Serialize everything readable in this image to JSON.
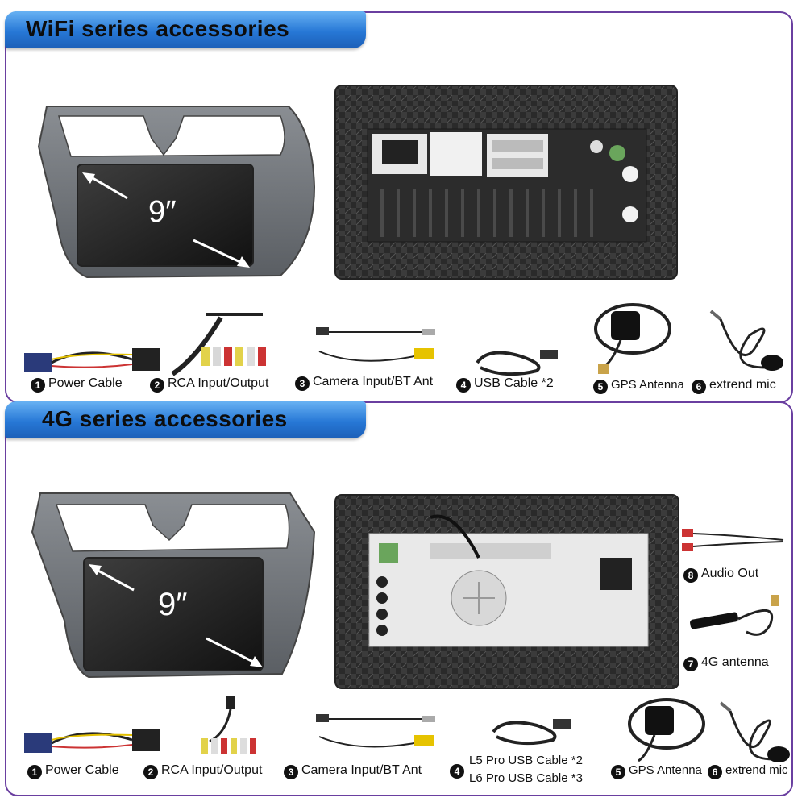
{
  "sections": [
    {
      "title": "WiFi series accessories",
      "screen_size": "9″",
      "items": [
        {
          "num": "1",
          "label": "Power Cable"
        },
        {
          "num": "2",
          "label": "RCA Input/Output"
        },
        {
          "num": "3",
          "label": "Camera Input/BT Ant"
        },
        {
          "num": "4",
          "label": "USB Cable *2"
        },
        {
          "num": "5",
          "label": "GPS Antenna"
        },
        {
          "num": "6",
          "label": "extrend mic"
        }
      ]
    },
    {
      "title": "4G series accessories",
      "screen_size": "9″",
      "items": [
        {
          "num": "1",
          "label": "Power Cable"
        },
        {
          "num": "2",
          "label": "RCA Input/Output"
        },
        {
          "num": "3",
          "label": "Camera Input/BT Ant"
        },
        {
          "num": "4",
          "label": "L5 Pro USB Cable *2",
          "label2": "L6 Pro USB Cable *3"
        },
        {
          "num": "5",
          "label": "GPS Antenna"
        },
        {
          "num": "6",
          "label": "extrend mic"
        },
        {
          "num": "7",
          "label": "4G antenna"
        },
        {
          "num": "8",
          "label": "Audio Out"
        }
      ]
    }
  ],
  "colors": {
    "ribbon": "#2778d6",
    "border": "#6a3fa0",
    "unit_body": "#3a3a3a"
  }
}
